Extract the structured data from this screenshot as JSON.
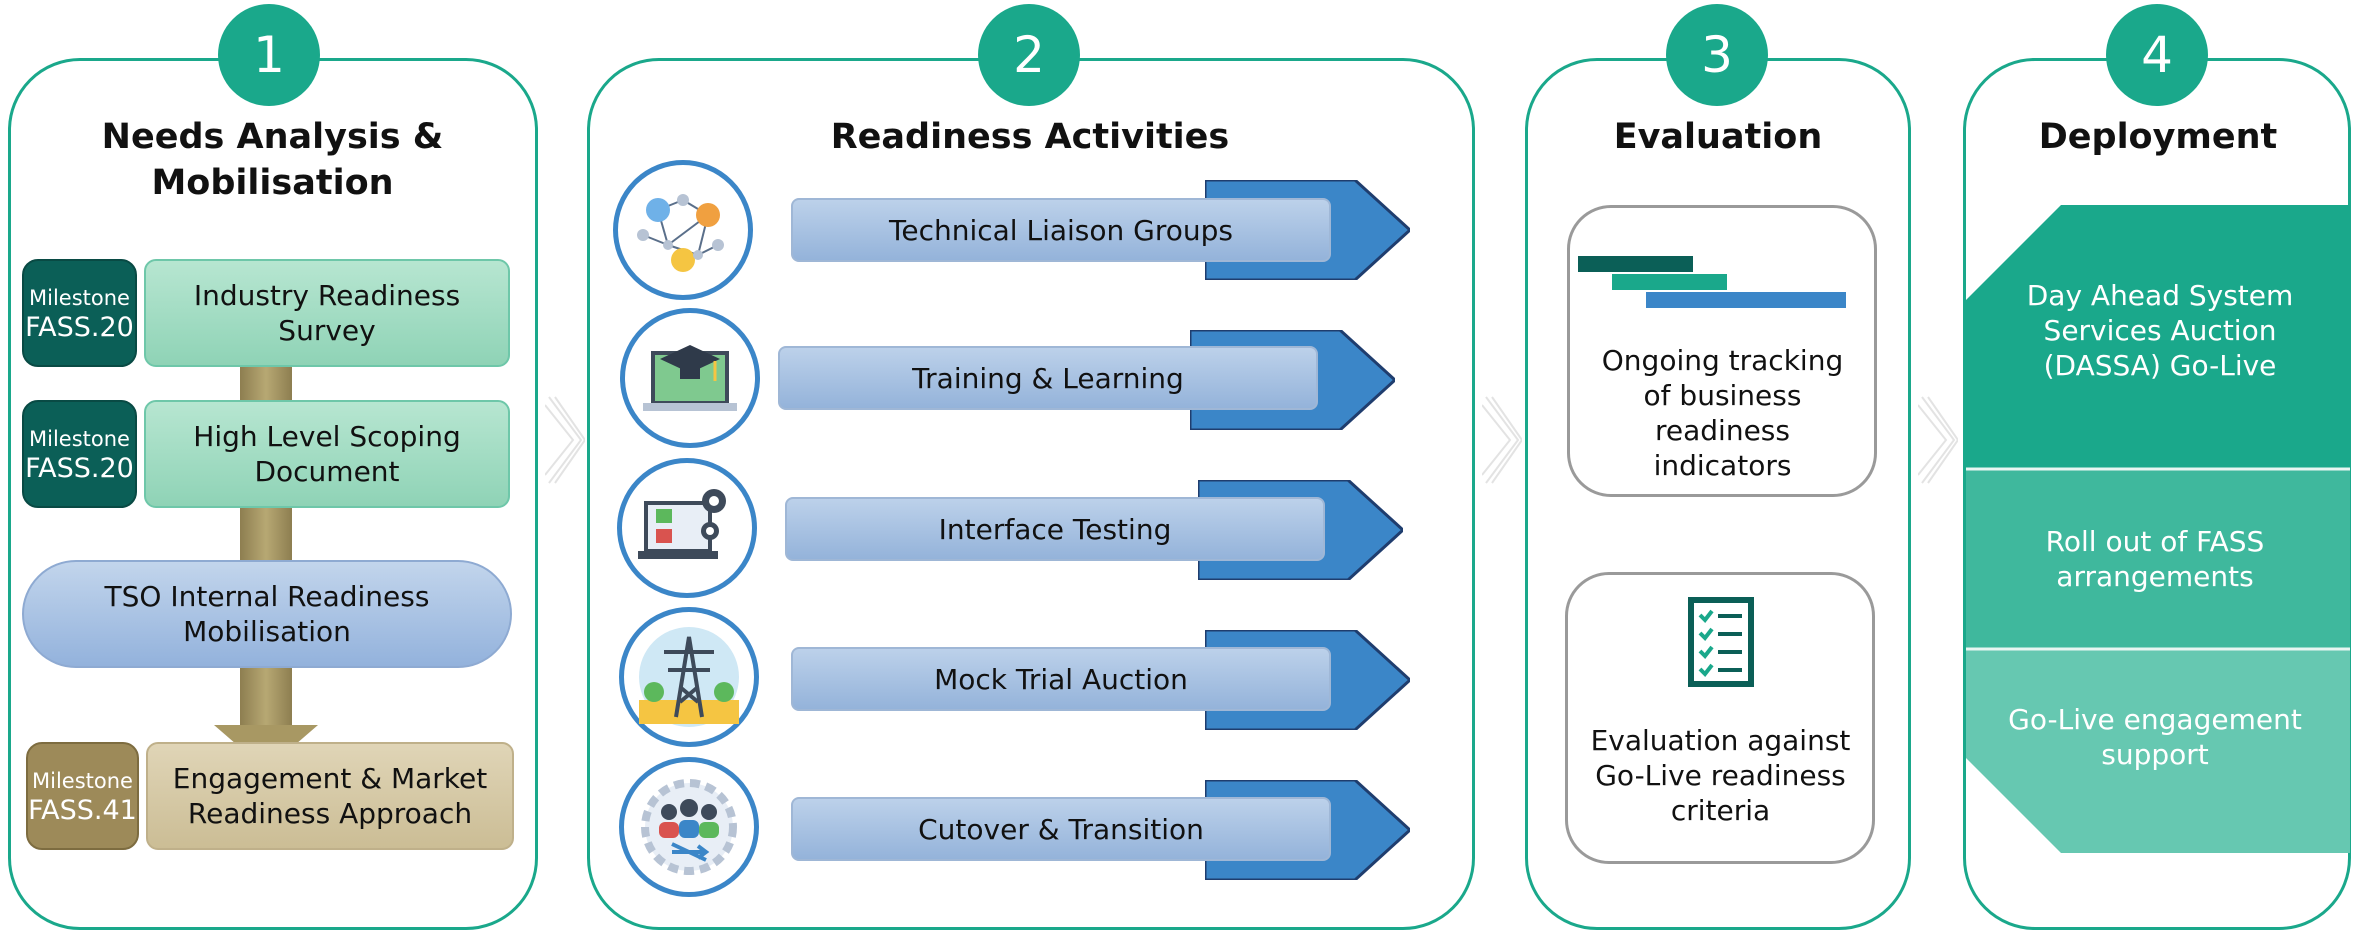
{
  "phases": [
    {
      "number": "1",
      "title": "Needs Analysis & Mobilisation"
    },
    {
      "number": "2",
      "title": "Readiness Activities"
    },
    {
      "number": "3",
      "title": "Evaluation"
    },
    {
      "number": "4",
      "title": "Deployment"
    }
  ],
  "needs": {
    "survey": {
      "milestone": "Milestone",
      "code": "FASS.20",
      "label": "Industry Readiness Survey"
    },
    "scoping": {
      "milestone": "Milestone",
      "code": "FASS.20",
      "label": "High Level Scoping Document"
    },
    "tso": {
      "label": "TSO Internal Readiness Mobilisation"
    },
    "engagement": {
      "milestone": "Milestone",
      "code": "FASS.41",
      "label": "Engagement & Market Readiness Approach"
    }
  },
  "activities": [
    {
      "label": "Technical Liaison Groups",
      "icon": "network-people-icon"
    },
    {
      "label": "Training & Learning",
      "icon": "graduation-laptop-icon"
    },
    {
      "label": "Interface Testing",
      "icon": "checklist-gears-icon"
    },
    {
      "label": "Mock Trial Auction",
      "icon": "pylon-icon"
    },
    {
      "label": "Cutover & Transition",
      "icon": "team-gear-icon"
    }
  ],
  "evaluation": [
    {
      "label": "Ongoing tracking of business readiness indicators",
      "icon": "gantt-icon"
    },
    {
      "label": "Evaluation against Go-Live readiness criteria",
      "icon": "checklist-icon"
    }
  ],
  "deployment": [
    {
      "label": "Day Ahead System Services Auction (DASSA) Go-Live"
    },
    {
      "label": "Roll out of FASS arrangements"
    },
    {
      "label": "Go-Live engagement support"
    }
  ],
  "colors": {
    "teal": "#1aa88b",
    "dark_teal": "#0b5f57",
    "blue": "#3b86c8",
    "olive": "#9d8a59"
  }
}
